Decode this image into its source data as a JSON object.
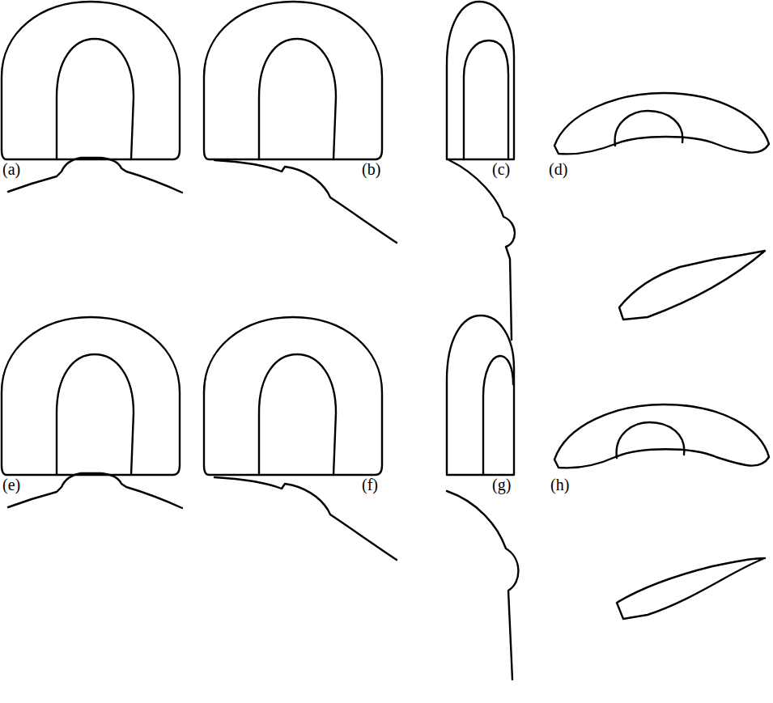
{
  "diagram": {
    "labels": [
      "(a)",
      "(b)",
      "(c)",
      "(d)",
      "(e)",
      "(f)",
      "(g)",
      "(h)"
    ]
  }
}
